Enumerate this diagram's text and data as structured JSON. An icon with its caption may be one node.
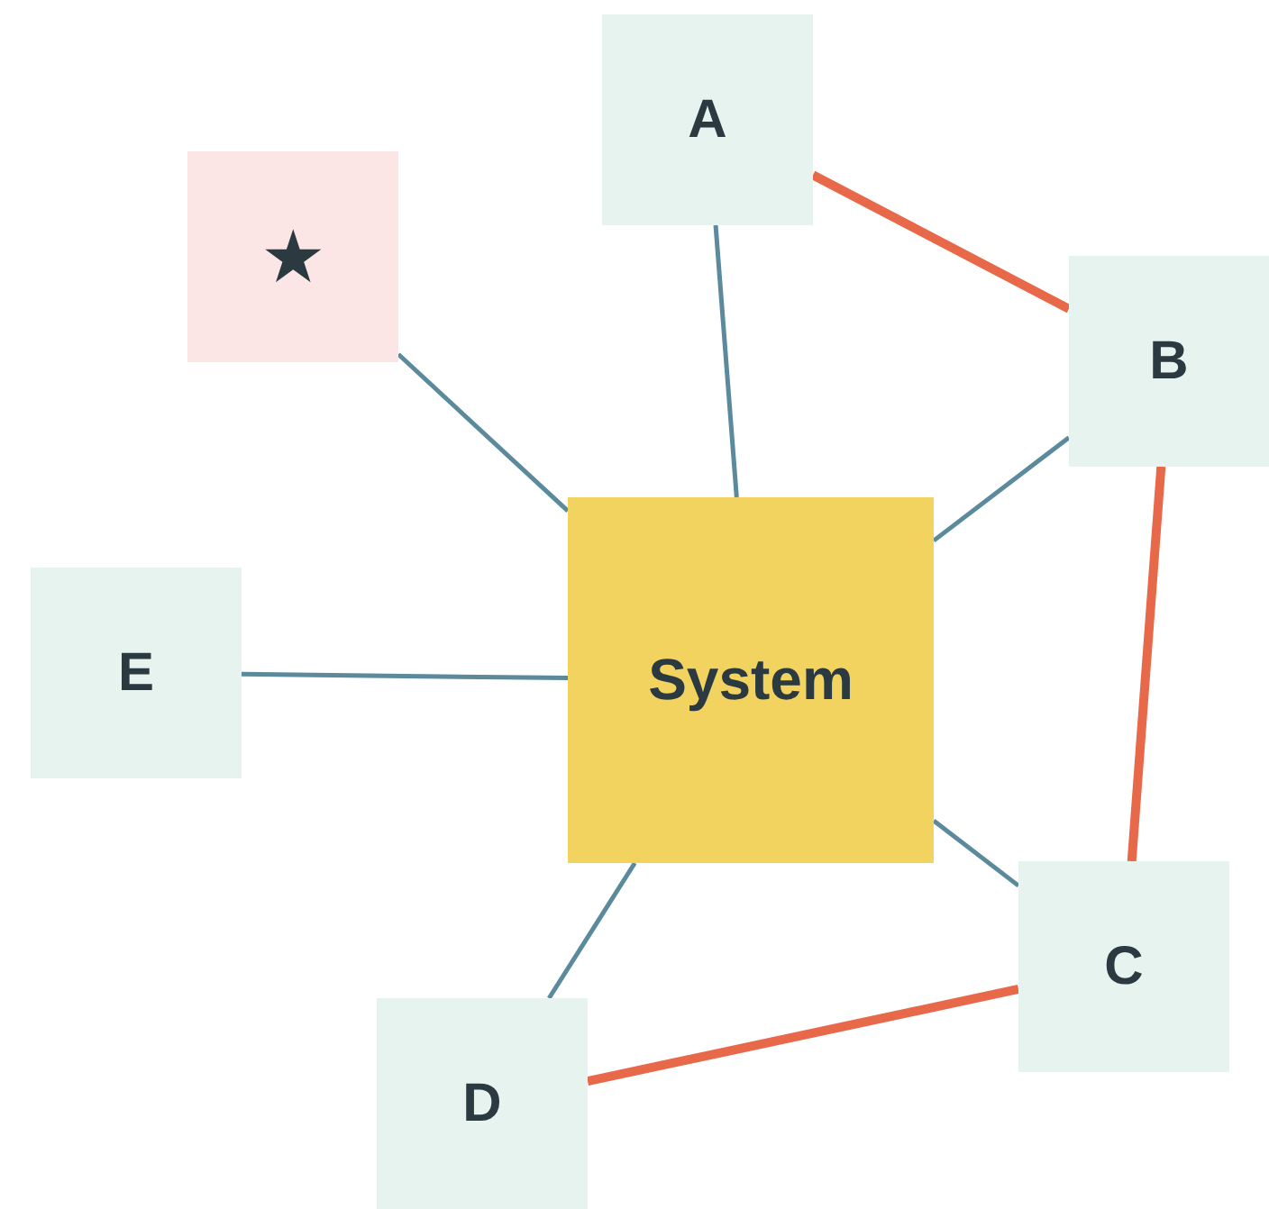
{
  "diagram": {
    "nodes": [
      {
        "text": [
          "A"
        ]
      },
      {
        "text": [
          "★"
        ]
      },
      {
        "text": [
          "B"
        ]
      },
      {
        "text": [
          "System"
        ]
      },
      {
        "text": [
          "E"
        ]
      },
      {
        "text": [
          "C"
        ]
      },
      {
        "text": [
          "D"
        ]
      }
    ],
    "edges": [
      {
        "from": 0,
        "to": 2,
        "arrow": "none",
        "style": "thick",
        "color": "#e8694a"
      },
      {
        "from": 2,
        "to": 5,
        "arrow": "none",
        "style": "thick",
        "color": "#e8694a"
      },
      {
        "from": 5,
        "to": 6,
        "arrow": "none",
        "style": "thick",
        "color": "#e8694a"
      },
      {
        "from": 3,
        "to": 0,
        "arrow": "none"
      },
      {
        "from": 3,
        "to": 2,
        "arrow": "none"
      },
      {
        "from": 3,
        "to": 5,
        "arrow": "none"
      },
      {
        "from": 3,
        "to": 6,
        "arrow": "none"
      },
      {
        "from": 3,
        "to": 4,
        "arrow": "none"
      },
      {
        "from": 3,
        "to": 1,
        "arrow": "none"
      }
    ]
  }
}
